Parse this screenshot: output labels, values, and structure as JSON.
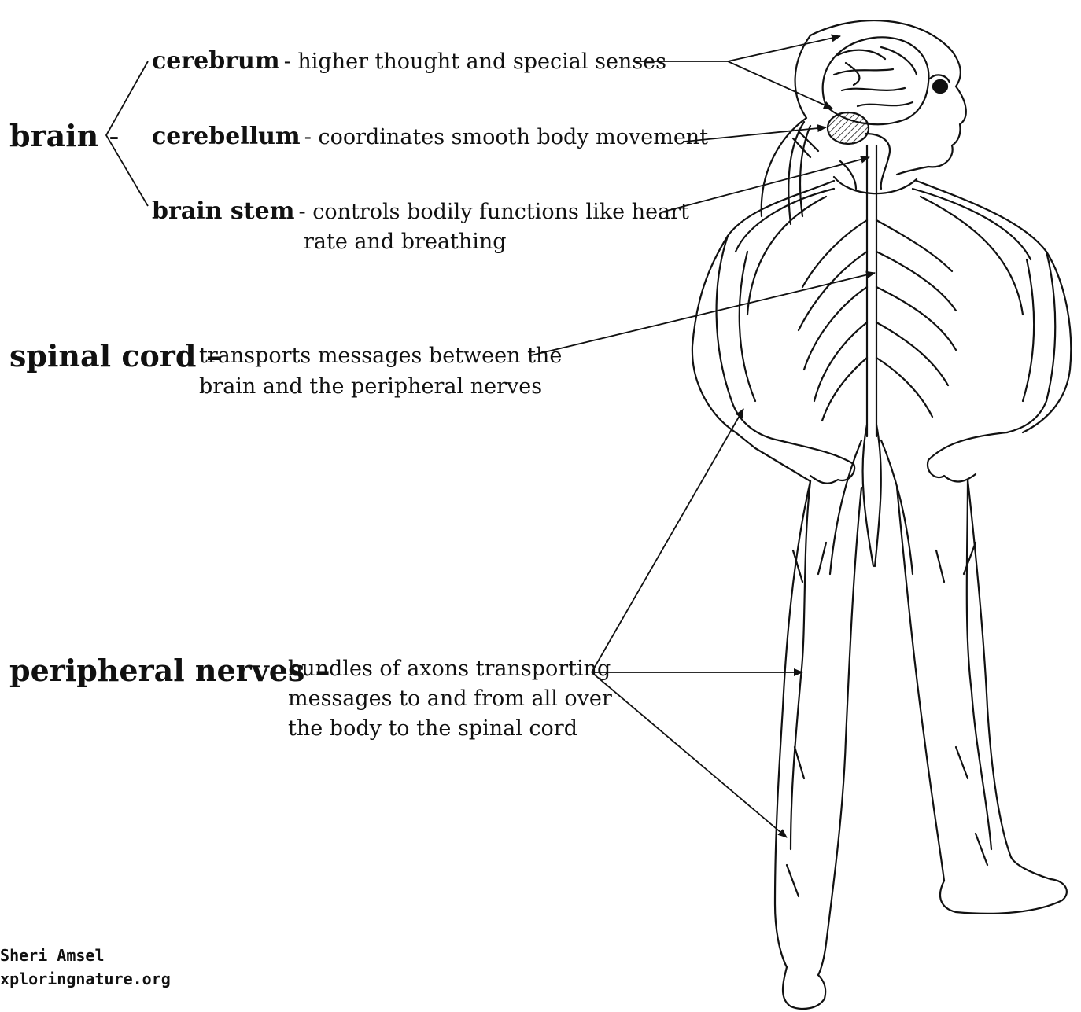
{
  "labels": {
    "brain": {
      "term": "brain",
      "sep": "-"
    },
    "cerebrum": {
      "term": "cerebrum",
      "desc": "- higher thought and special senses"
    },
    "cerebellum": {
      "term": "cerebellum",
      "desc": "- coordinates smooth body movement"
    },
    "brain_stem": {
      "term": "brain stem",
      "desc_line1": "- controls bodily functions like heart",
      "desc_line2": "rate and breathing"
    },
    "spinal_cord": {
      "term": "spinal cord",
      "sep": "–",
      "desc_line1": "transports messages between the",
      "desc_line2": "brain and the peripheral nerves"
    },
    "peripheral_nerves": {
      "term": "peripheral nerves",
      "sep": "–",
      "desc_line1": "bundles of axons transporting",
      "desc_line2": "messages to and from all over",
      "desc_line3": "the body to the spinal cord"
    }
  },
  "credit": {
    "line1": "©Sheri Amsel",
    "line2": "exploringnature.org"
  }
}
